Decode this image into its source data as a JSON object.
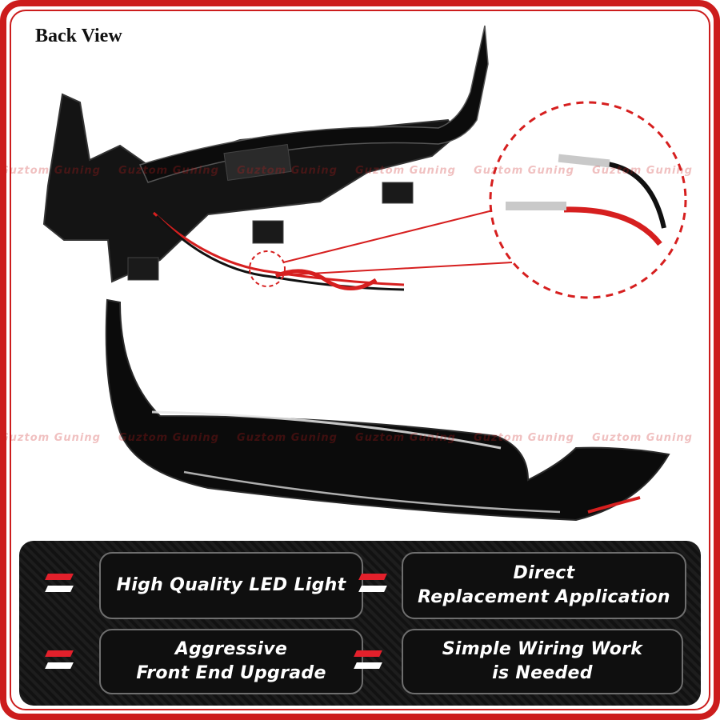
{
  "title": "Back View",
  "colors": {
    "accent_red": "#cc1d1d",
    "marker_red": "#e3202b",
    "panel": "#161616"
  },
  "watermark": "Guztom Guning",
  "features": [
    {
      "line1": "High Quality LED Light",
      "line2": ""
    },
    {
      "line1": "Direct",
      "line2": "Replacement Application"
    },
    {
      "line1": "Aggressive",
      "line2": "Front End Upgrade"
    },
    {
      "line1": "Simple Wiring Work",
      "line2": "is Needed"
    }
  ]
}
